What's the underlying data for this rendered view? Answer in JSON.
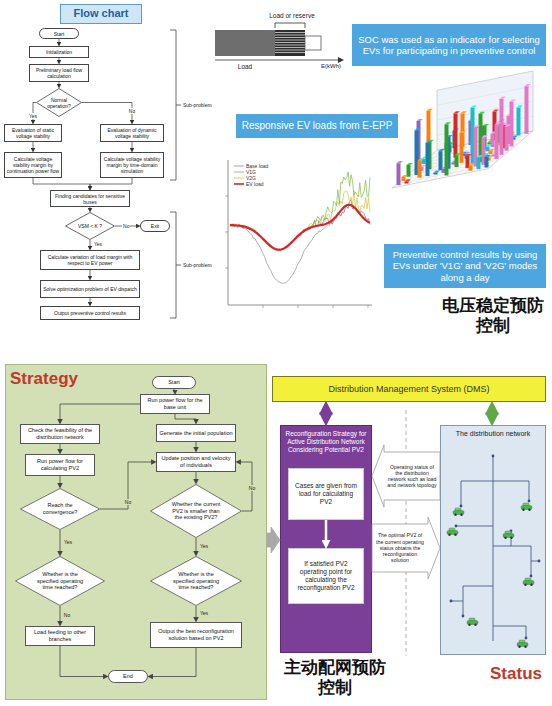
{
  "diagram": {
    "nodes": [
      {
        "text": [
          "Flow chart"
        ]
      },
      {
        "text": [
          "Start"
        ]
      },
      {
        "text": [
          "Initialization"
        ]
      },
      {
        "text": [
          "Preliminary load flow calculation"
        ]
      },
      {
        "text": [
          "Normal operation?"
        ]
      },
      {
        "text": [
          "Evaluation of static voltage stability"
        ]
      },
      {
        "text": [
          "Evaluation of dynamic voltage stability"
        ]
      },
      {
        "text": [
          "Calculate voltage stability margin by continuation power flow"
        ]
      },
      {
        "text": [
          "Calculate voltage stability margin by time-domain simulation"
        ]
      },
      {
        "text": [
          "Finding candidates for sensitive buses"
        ]
      },
      {
        "text": [
          "VSM < K ?"
        ]
      },
      {
        "text": [
          "Exit"
        ]
      },
      {
        "text": [
          "Calculate variation of load margin with respect to EV power"
        ]
      },
      {
        "text": [
          "Solve optimization problem of EV dispatch"
        ]
      },
      {
        "text": [
          "Output preventive control results"
        ]
      },
      {
        "text": [
          "SOC was used as an indicator for selecting EVs for participating in preventive control"
        ]
      },
      {
        "text": [
          "Responsive EV loads from E-EPP"
        ]
      },
      {
        "text": [
          "Preventive control results by using EVs under 'V1G' and 'V2G' modes along a day"
        ]
      },
      {
        "text": [
          "Strategy"
        ]
      },
      {
        "text": [
          "Start"
        ],
        "in": 18
      },
      {
        "text": [
          "Run power flow for the base unit"
        ],
        "in": 18
      },
      {
        "text": [
          "Check the feasibility of the distribution network"
        ],
        "in": 18
      },
      {
        "text": [
          "Generate the initial population"
        ],
        "in": 18
      },
      {
        "text": [
          "Run power flow for calculating PV2"
        ],
        "in": 18
      },
      {
        "text": [
          "Update position and velocity of individuals"
        ],
        "in": 18
      },
      {
        "text": [
          "Reach the convergence?"
        ],
        "in": 18
      },
      {
        "text": [
          "Whether the current PV2 is smaller than the existing PV2?"
        ],
        "in": 18
      },
      {
        "text": [
          "Whether is the specified operating time reached?"
        ],
        "in": 18
      },
      {
        "text": [
          "Whether is the specified operating time reached?"
        ],
        "in": 18
      },
      {
        "text": [
          "Load feeding to other branches"
        ],
        "in": 18
      },
      {
        "text": [
          "Output the best reconfiguration solution based on PV2"
        ],
        "in": 18
      },
      {
        "text": [
          "End"
        ],
        "in": 18
      },
      {
        "text": [
          "Distribution Management System (DMS)"
        ]
      },
      {
        "text": [
          "Reconfiguration Strategy for Active Distribution Network Considering Potential PV2"
        ]
      },
      {
        "text": [
          "Cases are given from load for calculating PV2"
        ],
        "in": 33
      },
      {
        "text": [
          "If satisfied PV2 operating point for calculating the reconfiguration PV2"
        ],
        "in": 33
      },
      {
        "text": [
          "The distribution network"
        ]
      }
    ],
    "edges": [
      {
        "from": 1,
        "to": 2,
        "arrow": "to"
      },
      {
        "from": 2,
        "to": 3,
        "arrow": "to"
      },
      {
        "from": 3,
        "to": 4,
        "arrow": "to"
      },
      {
        "from": 4,
        "to": 5,
        "arrow": "to",
        "label": "Yes"
      },
      {
        "from": 4,
        "to": 6,
        "arrow": "to",
        "label": "No"
      },
      {
        "from": 5,
        "to": 7,
        "arrow": "to"
      },
      {
        "from": 6,
        "to": 8,
        "arrow": "to"
      },
      {
        "from": 7,
        "to": 9,
        "arrow": "to"
      },
      {
        "from": 8,
        "to": 9,
        "arrow": "to"
      },
      {
        "from": 9,
        "to": 10,
        "arrow": "to"
      },
      {
        "from": 10,
        "to": 11,
        "arrow": "to",
        "label": "No"
      },
      {
        "from": 10,
        "to": 12,
        "arrow": "to",
        "label": "Yes"
      },
      {
        "from": 12,
        "to": 13,
        "arrow": "to"
      },
      {
        "from": 13,
        "to": 14,
        "arrow": "to"
      },
      {
        "from": 19,
        "to": 20,
        "arrow": "to"
      },
      {
        "from": 20,
        "to": 21,
        "arrow": "to"
      },
      {
        "from": 20,
        "to": 22,
        "arrow": "to"
      },
      {
        "from": 21,
        "to": 23,
        "arrow": "to"
      },
      {
        "from": 22,
        "to": 24,
        "arrow": "to"
      },
      {
        "from": 23,
        "to": 25,
        "arrow": "to"
      },
      {
        "from": 24,
        "to": 26,
        "arrow": "to"
      },
      {
        "from": 25,
        "to": 24,
        "arrow": "to",
        "label": "No"
      },
      {
        "from": 25,
        "to": 27,
        "arrow": "to",
        "label": "Yes"
      },
      {
        "from": 26,
        "to": 28,
        "arrow": "to",
        "label": "Yes"
      },
      {
        "from": 26,
        "to": 24,
        "arrow": "to",
        "label": "No"
      },
      {
        "from": 27,
        "to": 29,
        "arrow": "to",
        "label": "No"
      },
      {
        "from": 28,
        "to": 30,
        "arrow": "to",
        "label": "Yes"
      },
      {
        "from": 29,
        "to": 31,
        "arrow": "to"
      },
      {
        "from": 30,
        "to": 31,
        "arrow": "to"
      },
      {
        "from": 32,
        "to": 33,
        "arrow": "both"
      },
      {
        "from": 32,
        "to": 36,
        "arrow": "both"
      },
      {
        "from": 36,
        "to": 33,
        "arrow": "to",
        "label": "Operating status of the distribution network such as load and network topology"
      },
      {
        "from": 33,
        "to": 36,
        "arrow": "to",
        "label": "The optimal PV2 of the current operating status obtains the reconfiguration solution"
      },
      {
        "from": 34,
        "to": 35,
        "arrow": "to"
      },
      {
        "from": 18,
        "to": 33,
        "arrow": "to"
      }
    ],
    "labels": [
      "Load or reserve",
      "Load",
      "E(kWh)",
      "Sub-problem",
      "Sub-problem",
      "电压稳定预防控制",
      "主动配网预防控制",
      "Status"
    ],
    "legend": [
      {
        "text": "Base load"
      },
      {
        "text": "V1G"
      },
      {
        "text": "V2G"
      },
      {
        "text": "EV load"
      }
    ]
  }
}
